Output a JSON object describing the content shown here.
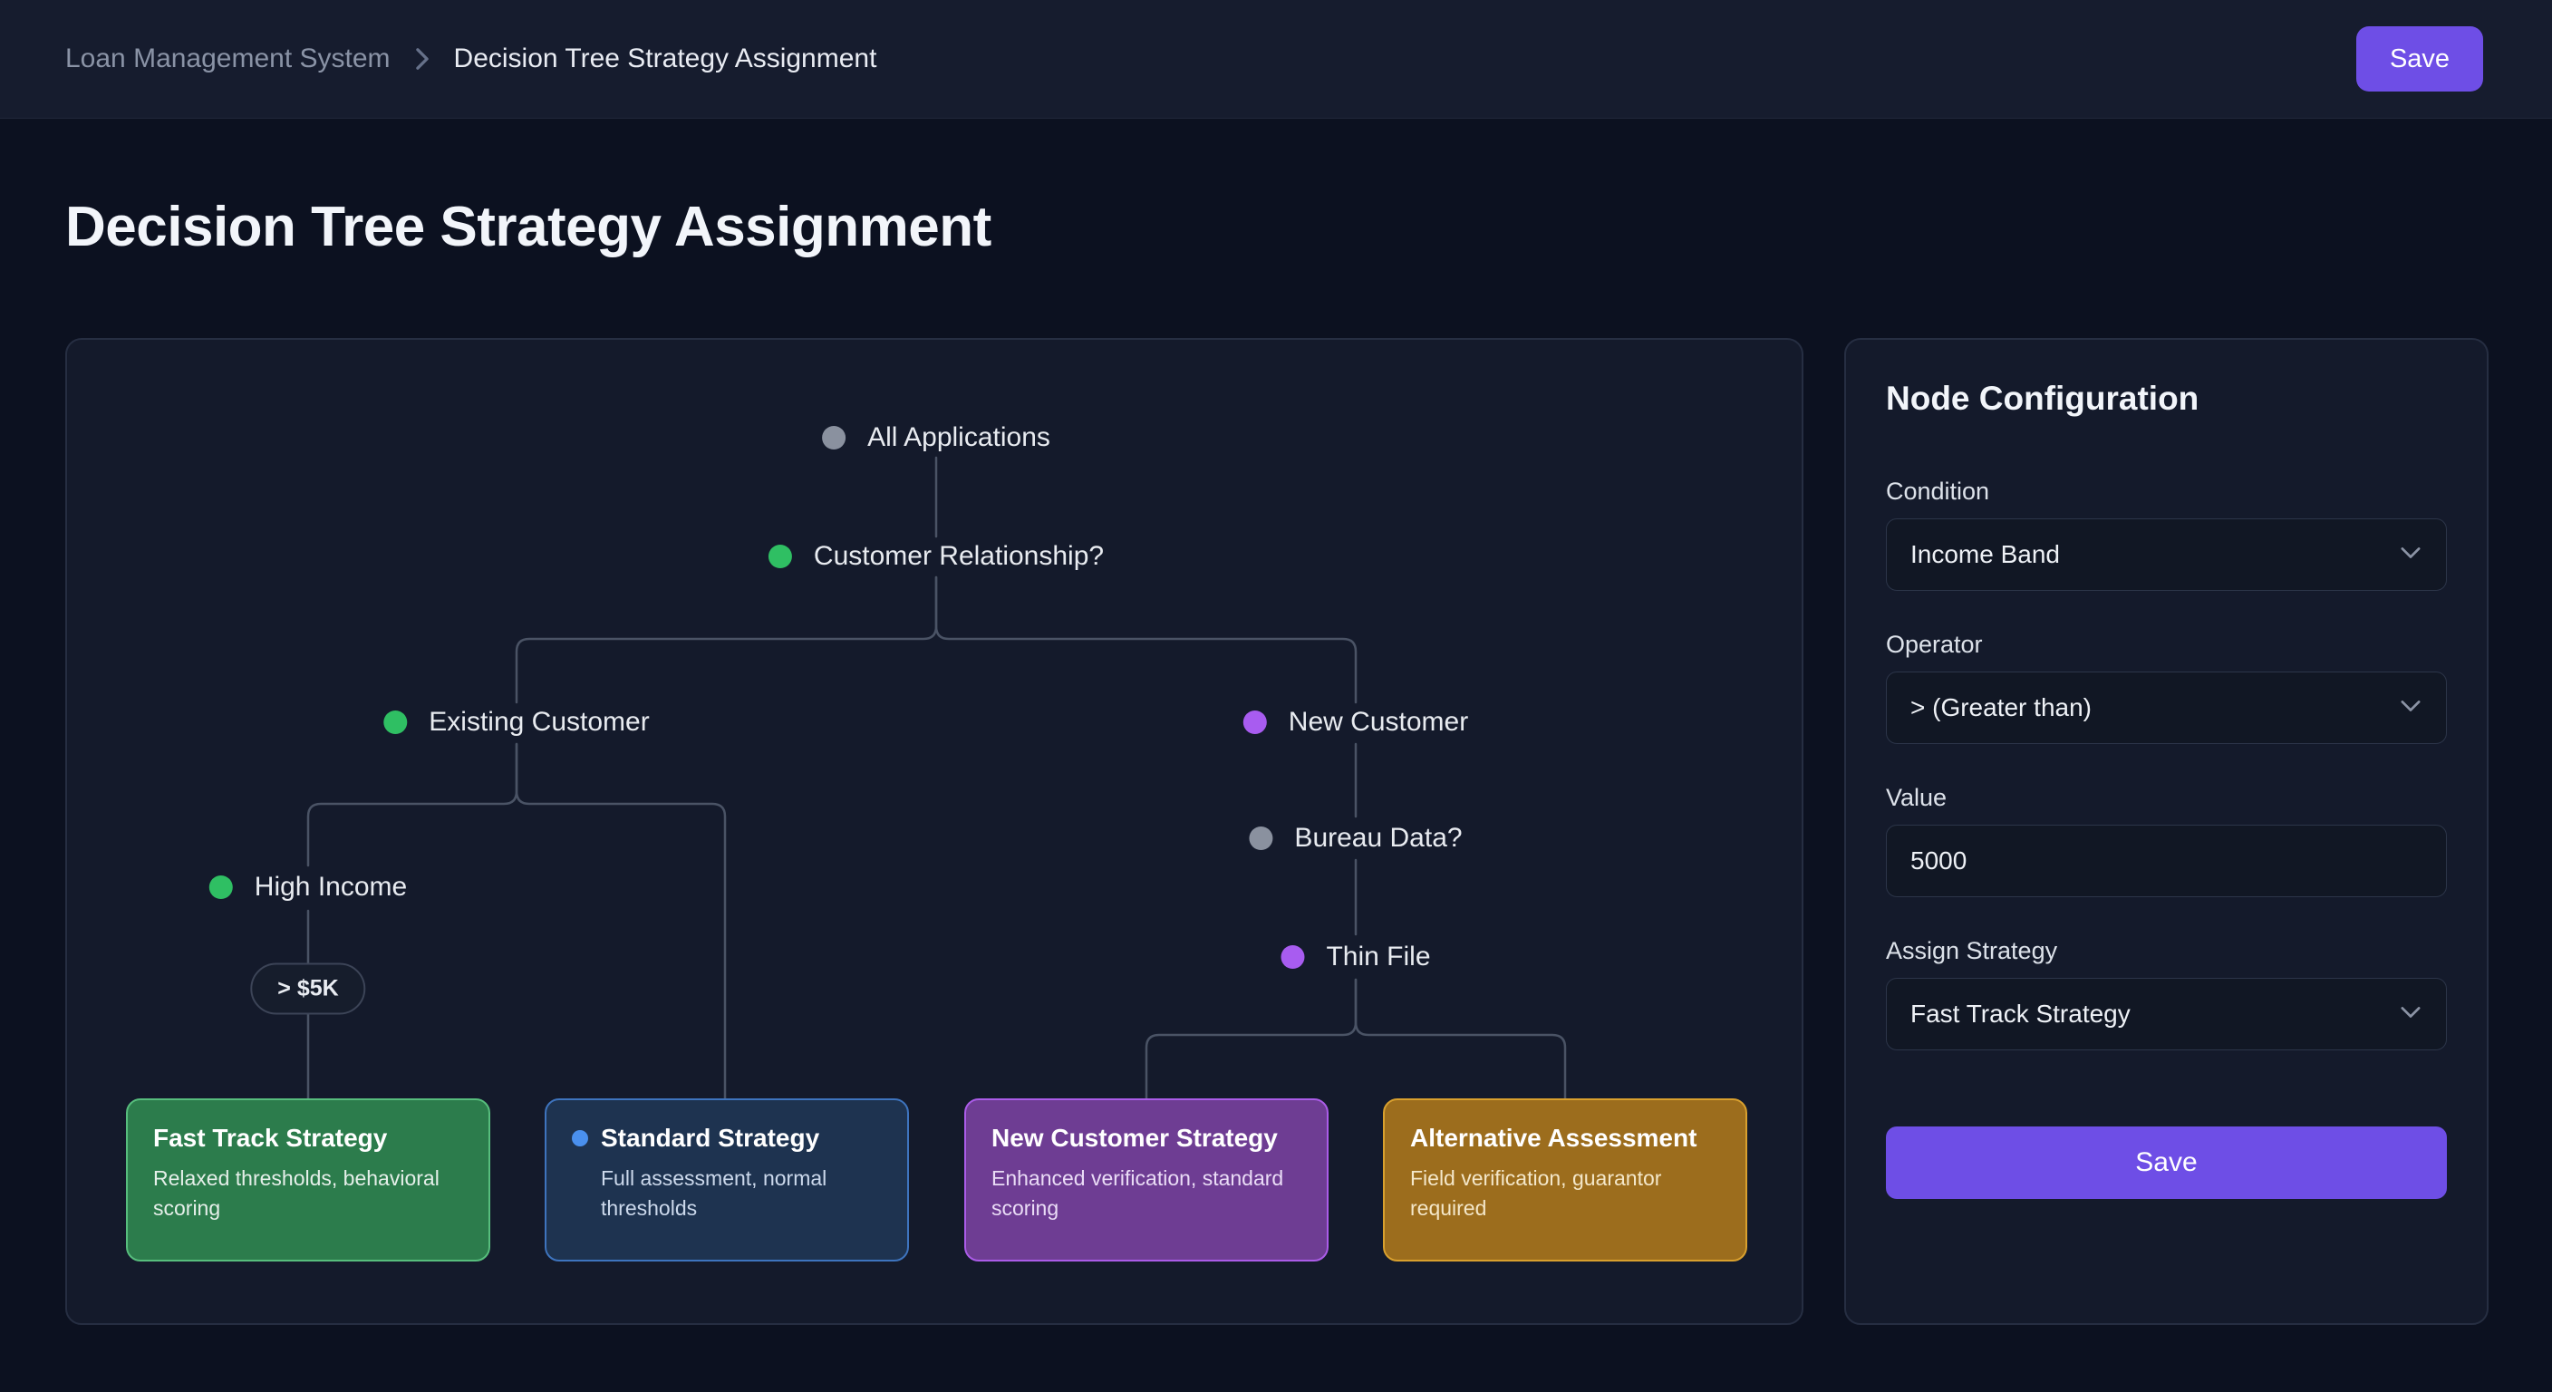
{
  "header": {
    "breadcrumb": {
      "root": "Loan Management System",
      "current": "Decision Tree Strategy Assignment"
    },
    "save_label": "Save"
  },
  "page_title": "Decision Tree Strategy Assignment",
  "tree": {
    "nodes": {
      "all_applications": {
        "label": "All Applications",
        "dot_color": "#8a919f"
      },
      "customer_relationship": {
        "label": "Customer Relationship?",
        "dot_color": "#2fbf63"
      },
      "existing_customer": {
        "label": "Existing Customer",
        "dot_color": "#2fbf63"
      },
      "new_customer": {
        "label": "New Customer",
        "dot_color": "#a85cf0"
      },
      "high_income": {
        "label": "High Income",
        "dot_color": "#2fbf63"
      },
      "bureau_data": {
        "label": "Bureau Data?",
        "dot_color": "#8a919f"
      },
      "thin_file": {
        "label": "Thin File",
        "dot_color": "#a85cf0"
      }
    },
    "edge_label": "> $5K",
    "cards": [
      {
        "title": "Fast Track Strategy",
        "description": "Relaxed thresholds, behavioral scoring",
        "accent": "#57bd7d"
      },
      {
        "title": "Standard Strategy",
        "description": "Full assessment, normal thresholds",
        "accent": "#3f8df2"
      },
      {
        "title": "New Customer Strategy",
        "description": "Enhanced verification, standard scoring",
        "accent": "#ab5ce8"
      },
      {
        "title": "Alternative Assessment",
        "description": "Field verification, guarantor required",
        "accent": "#d9a02e"
      }
    ]
  },
  "config_panel": {
    "title": "Node Configuration",
    "fields": {
      "condition": {
        "label": "Condition",
        "value": "Income Band"
      },
      "operator": {
        "label": "Operator",
        "value": "> (Greater than)"
      },
      "value": {
        "label": "Value",
        "value": "5000"
      },
      "assign_strategy": {
        "label": "Assign Strategy",
        "value": "Fast Track Strategy"
      }
    },
    "save_label": "Save"
  },
  "colors": {
    "accent_purple": "#6e4ee6",
    "status_green": "#2fbf63",
    "status_purple": "#a85cf0",
    "status_blue": "#3f8df2",
    "status_gray": "#8a919f",
    "status_amber": "#d9a02e"
  }
}
